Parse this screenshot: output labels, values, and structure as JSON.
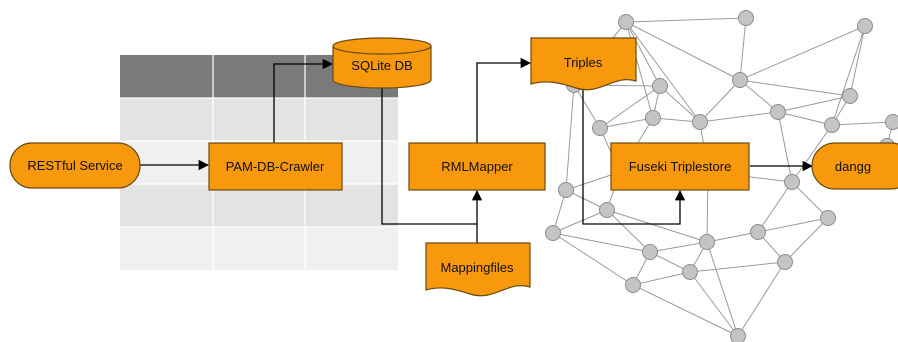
{
  "nodes": {
    "restful_service": "RESTful Service",
    "crawler": "PAM-DB-Crawler",
    "sqlite_db": "SQLite DB",
    "rml_mapper": "RMLMapper",
    "mappingfiles": "Mappingfiles",
    "triples": "Triples",
    "fuseki": "Fuseki Triplestore",
    "dangg": "dangg"
  },
  "colors": {
    "node_fill": "#F7980D",
    "node_stroke": "#6b4a12",
    "table_header": "#7a7a7a",
    "table_cell": "#e3e3e3",
    "graph_node": "#c4c4c4",
    "graph_edge": "#9a9a9a",
    "arrow": "#000000"
  }
}
